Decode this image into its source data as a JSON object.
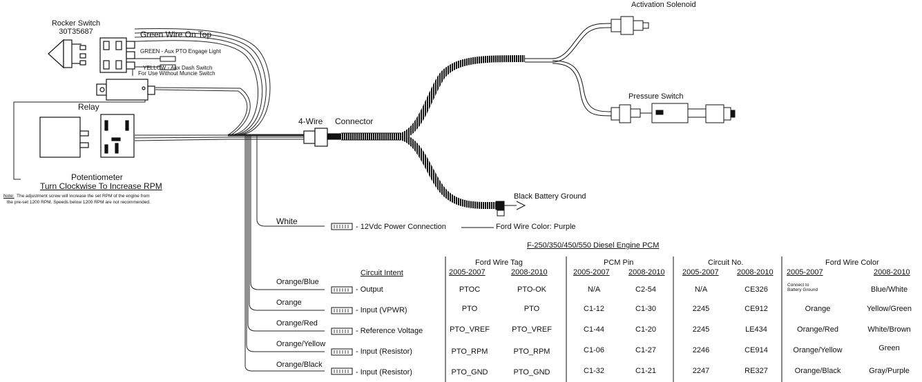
{
  "components": {
    "rocker_switch": {
      "name": "Rocker Switch",
      "part": "30T35687"
    },
    "green_wire_top": "Green Wire On Top",
    "green_label": "GREEN - Aux PTO Engage Light",
    "yellow_label_1": "YELLOW - Aux Dash Switch",
    "yellow_label_2": "For Use Without Muncie Switch",
    "relay": "Relay",
    "potentiometer": "Potentiometer",
    "potentiometer_note": "Turn Clockwise To Increase RPM",
    "note_label": "Note:",
    "note_text_1": "The adjustment screw will increase the set RPM of the engine from",
    "note_text_2": "the pre-set 1200 RPM.  Speeds below 1200 RPM are not recommended.",
    "four_wire": "4-Wire",
    "connector": "Connector",
    "activation_solenoid": "Activation Solenoid",
    "pressure_switch": "Pressure Switch",
    "black_battery_ground": "Black Battery Ground",
    "white_wire": "White",
    "power_connection": "- 12Vdc Power Connection",
    "ford_wire_color_purple": "Ford Wire Color:  Purple"
  },
  "table": {
    "title": "F-250/350/450/550 Diesel Engine PCM",
    "circuit_intent_header": "Circuit Intent",
    "groups": [
      "Ford Wire Tag",
      "PCM Pin",
      "Circuit No.",
      "Ford Wire Color"
    ],
    "years": [
      "2005-2007",
      "2008-2010"
    ],
    "rows": [
      {
        "wire": "Orange/Blue",
        "intent": "- Output",
        "tag_05": "PTOC",
        "tag_08": "PTO-OK",
        "pin_05": "N/A",
        "pin_08": "C2-54",
        "circ_05": "N/A",
        "circ_08": "CE326",
        "color_05": "Connect to Battery Ground",
        "color_08": "Blue/White"
      },
      {
        "wire": "Orange",
        "intent": "- Input (VPWR)",
        "tag_05": "PTO",
        "tag_08": "PTO",
        "pin_05": "C1-12",
        "pin_08": "C1-30",
        "circ_05": "2245",
        "circ_08": "CE912",
        "color_05": "Orange",
        "color_08": "Yellow/Green"
      },
      {
        "wire": "Orange/Red",
        "intent": "- Reference Voltage",
        "tag_05": "PTO_VREF",
        "tag_08": "PTO_VREF",
        "pin_05": "C1-44",
        "pin_08": "C1-20",
        "circ_05": "2245",
        "circ_08": "LE434",
        "color_05": "Orange/Red",
        "color_08": "White/Brown"
      },
      {
        "wire": "Orange/Yellow",
        "intent": "- Input (Resistor)",
        "tag_05": "PTO_RPM",
        "tag_08": "PTO_RPM",
        "pin_05": "C1-06",
        "pin_08": "C1-27",
        "circ_05": "2246",
        "circ_08": "CE914",
        "color_05": "Orange/Yellow",
        "color_08": "Green"
      },
      {
        "wire": "Orange/Black",
        "intent": "- Input (Resistor)",
        "tag_05": "PTO_GND",
        "tag_08": "PTO_GND",
        "pin_05": "C1-32",
        "pin_08": "C1-21",
        "circ_05": "2247",
        "circ_08": "RE327",
        "color_05": "Orange/Black",
        "color_08": "Gray/Purple"
      }
    ]
  }
}
